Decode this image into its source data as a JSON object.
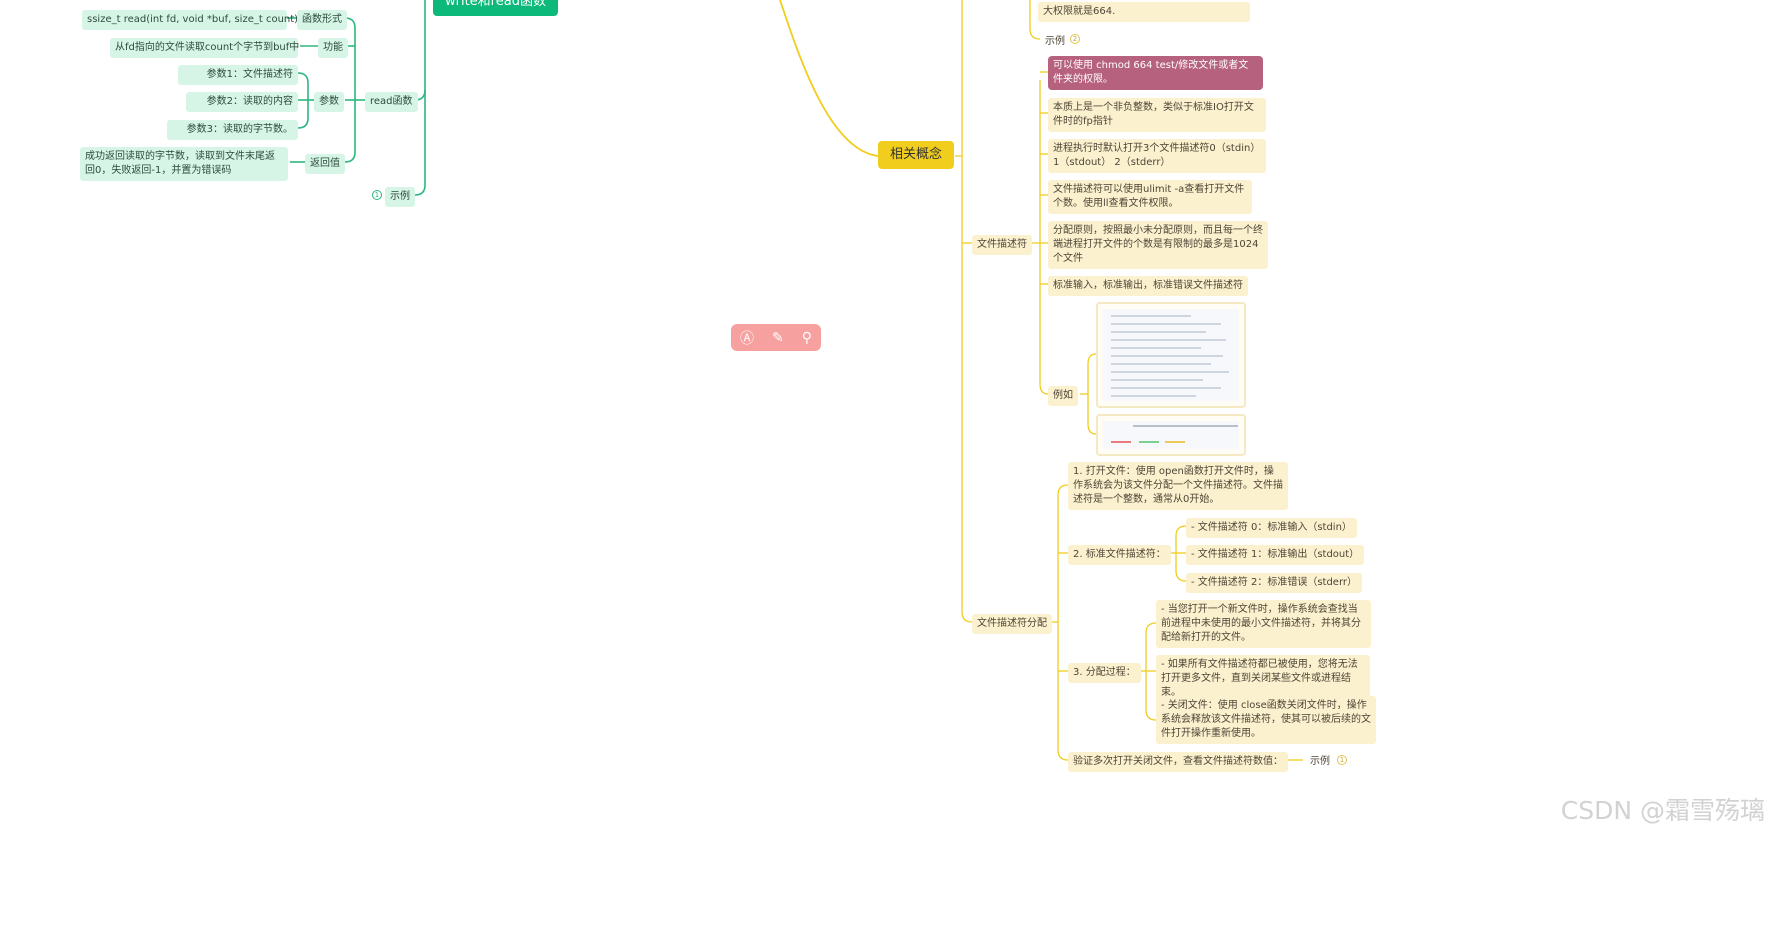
{
  "root_title": "write和read函数",
  "left": {
    "items": [
      {
        "key": "函数形式",
        "value": "ssize_t read(int fd, void *buf, size_t count);"
      },
      {
        "key": "功能",
        "value": "从fd指向的文件读取count个字节到buf中"
      },
      {
        "key": "参数",
        "children": [
          "参数1：文件描述符",
          "参数2：读取的内容",
          "参数3：读取的字节数。"
        ]
      },
      {
        "key": "返回值",
        "value": "成功返回读取的字节数，读取到文件末尾返回0，失败返回-1，并置为错误码"
      }
    ],
    "branch_read": "read函数",
    "example": "示例",
    "example_badge": "1"
  },
  "right": {
    "center": "相关概念",
    "top_partial": "大权限就是664.",
    "top_example": "示例",
    "top_example_badge": "2",
    "fd": {
      "label": "文件描述符",
      "items": [
        "可以使用 chmod 664 test/修改文件或者文件夹的权限。",
        "本质上是一个非负整数，类似于标准IO打开文件时的fp指针",
        "进程执行时默认打开3个文件描述符0（stdin）1（stdout） 2（stderr）",
        "文件描述符可以使用ulimit -a查看打开文件个数。使用ll查看文件权限。",
        "分配原则，按照最小未分配原则，而且每一个终端进程打开文件的个数是有限制的最多是1024个文件",
        "标准输入，标准输出，标准错误文件描述符"
      ],
      "example_label": "例如"
    },
    "alloc": {
      "label": "文件描述符分配",
      "open": "1. 打开文件：使用 open函数打开文件时，操作系统会为该文件分配一个文件描述符。文件描述符是一个整数，通常从0开始。",
      "std_label": "2. 标准文件描述符：",
      "std_items": [
        "- 文件描述符 0：标准输入（stdin）",
        "- 文件描述符 1：标准输出（stdout）",
        "- 文件描述符 2：标准错误（stderr）"
      ],
      "proc_label": "3. 分配过程：",
      "proc_items": [
        "- 当您打开一个新文件时，操作系统会查找当前进程中未使用的最小文件描述符，并将其分配给新打开的文件。",
        "- 如果所有文件描述符都已被使用，您将无法打开更多文件，直到关闭某些文件或进程结束。",
        "- 关闭文件：使用 close函数关闭文件时，操作系统会释放该文件描述符，使其可以被后续的文件打开操作重新使用。"
      ],
      "verify": "验证多次打开关闭文件，查看文件描述符数值：",
      "verify_example": "示例",
      "verify_badge": "1"
    }
  },
  "watermark": "CSDN @霜雪殇璃",
  "colors": {
    "green_line": "#2bb77f",
    "yellow_line": "#f1cd1d",
    "green_node": "#d7f5e6",
    "yellow_node": "#fbf1cf",
    "purple_node": "#b6617e"
  },
  "icons": [
    "ai-icon",
    "magic-wand-icon",
    "search-icon"
  ]
}
